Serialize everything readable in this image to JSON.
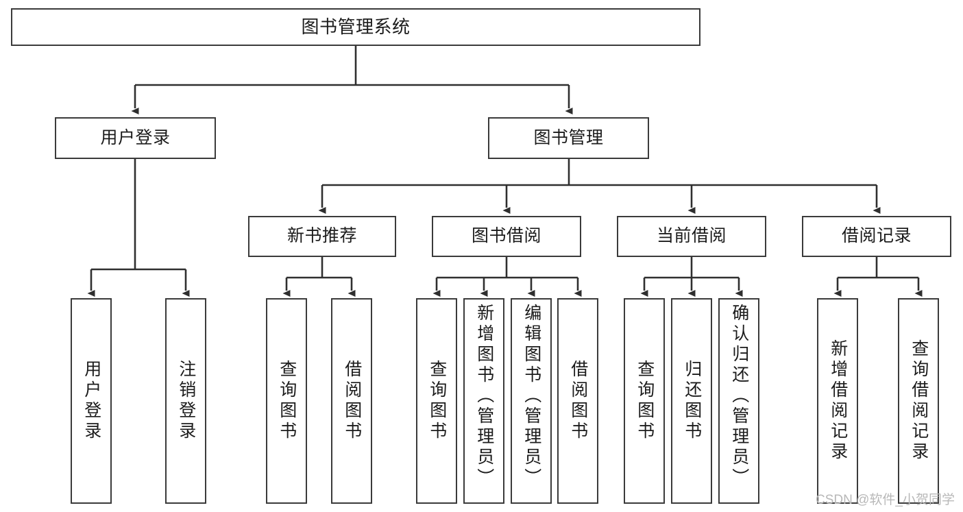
{
  "diagram": {
    "title": "图书管理系统",
    "type": "functional-structure-tree",
    "root": {
      "label": "图书管理系统"
    },
    "level1": [
      {
        "label": "用户登录"
      },
      {
        "label": "图书管理"
      }
    ],
    "level2": [
      {
        "label": "新书推荐"
      },
      {
        "label": "图书借阅"
      },
      {
        "label": "当前借阅"
      },
      {
        "label": "借阅记录"
      }
    ],
    "leaves": {
      "user_login": [
        {
          "label": "用户登录"
        },
        {
          "label": "注销登录"
        }
      ],
      "new_book_recommend": [
        {
          "label": "查询图书"
        },
        {
          "label": "借阅图书"
        }
      ],
      "book_borrow": [
        {
          "label": "查询图书"
        },
        {
          "label": "新增图书（管理员）"
        },
        {
          "label": "编辑图书（管理员）"
        },
        {
          "label": "借阅图书"
        }
      ],
      "current_borrow": [
        {
          "label": "查询图书"
        },
        {
          "label": "归还图书"
        },
        {
          "label": "确认归还（管理员）"
        }
      ],
      "borrow_record": [
        {
          "label": "新增借阅记录"
        },
        {
          "label": "查询借阅记录"
        }
      ]
    }
  },
  "watermark": {
    "text": "CSDN @软件_小贺同学"
  },
  "colors": {
    "box_border": "#3a3a3a",
    "box_fill": "#ffffff",
    "edge": "#2f2f2f",
    "text": "#1b1b1b",
    "watermark": "#b8b8b8",
    "background": "#ffffff"
  }
}
